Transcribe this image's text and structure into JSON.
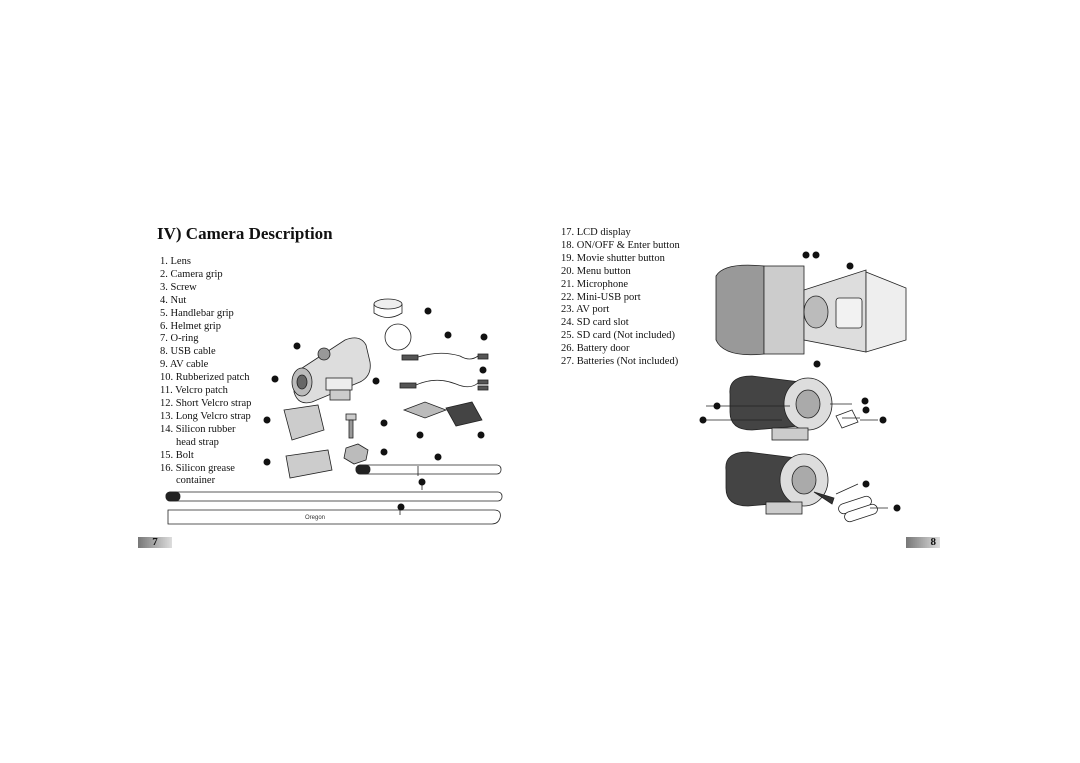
{
  "left_page": {
    "title": "IV) Camera Description",
    "items": [
      "1. Lens",
      "2. Camera grip",
      "3. Screw",
      "4. Nut",
      "5. Handlebar grip",
      "6. Helmet grip",
      "7. O-ring",
      "8. USB cable",
      "9. AV cable",
      "10. Rubberized patch",
      "11. Velcro patch",
      "12. Short Velcro strap",
      "13. Long Velcro strap",
      "14. Silicon rubber",
      "head strap",
      "15. Bolt",
      "16. Silicon grease",
      "container"
    ],
    "page_number": "7",
    "strap_logo": "Oregon"
  },
  "right_page": {
    "items": [
      "17. LCD display",
      "18. ON/OFF & Enter button",
      "19. Movie shutter button",
      "20. Menu button",
      "21. Microphone",
      "22. Mini-USB port",
      "23. AV port",
      "24. SD card slot",
      "25. SD card (Not included)",
      "26. Battery door",
      "27. Batteries (Not included)"
    ],
    "page_number": "8"
  }
}
